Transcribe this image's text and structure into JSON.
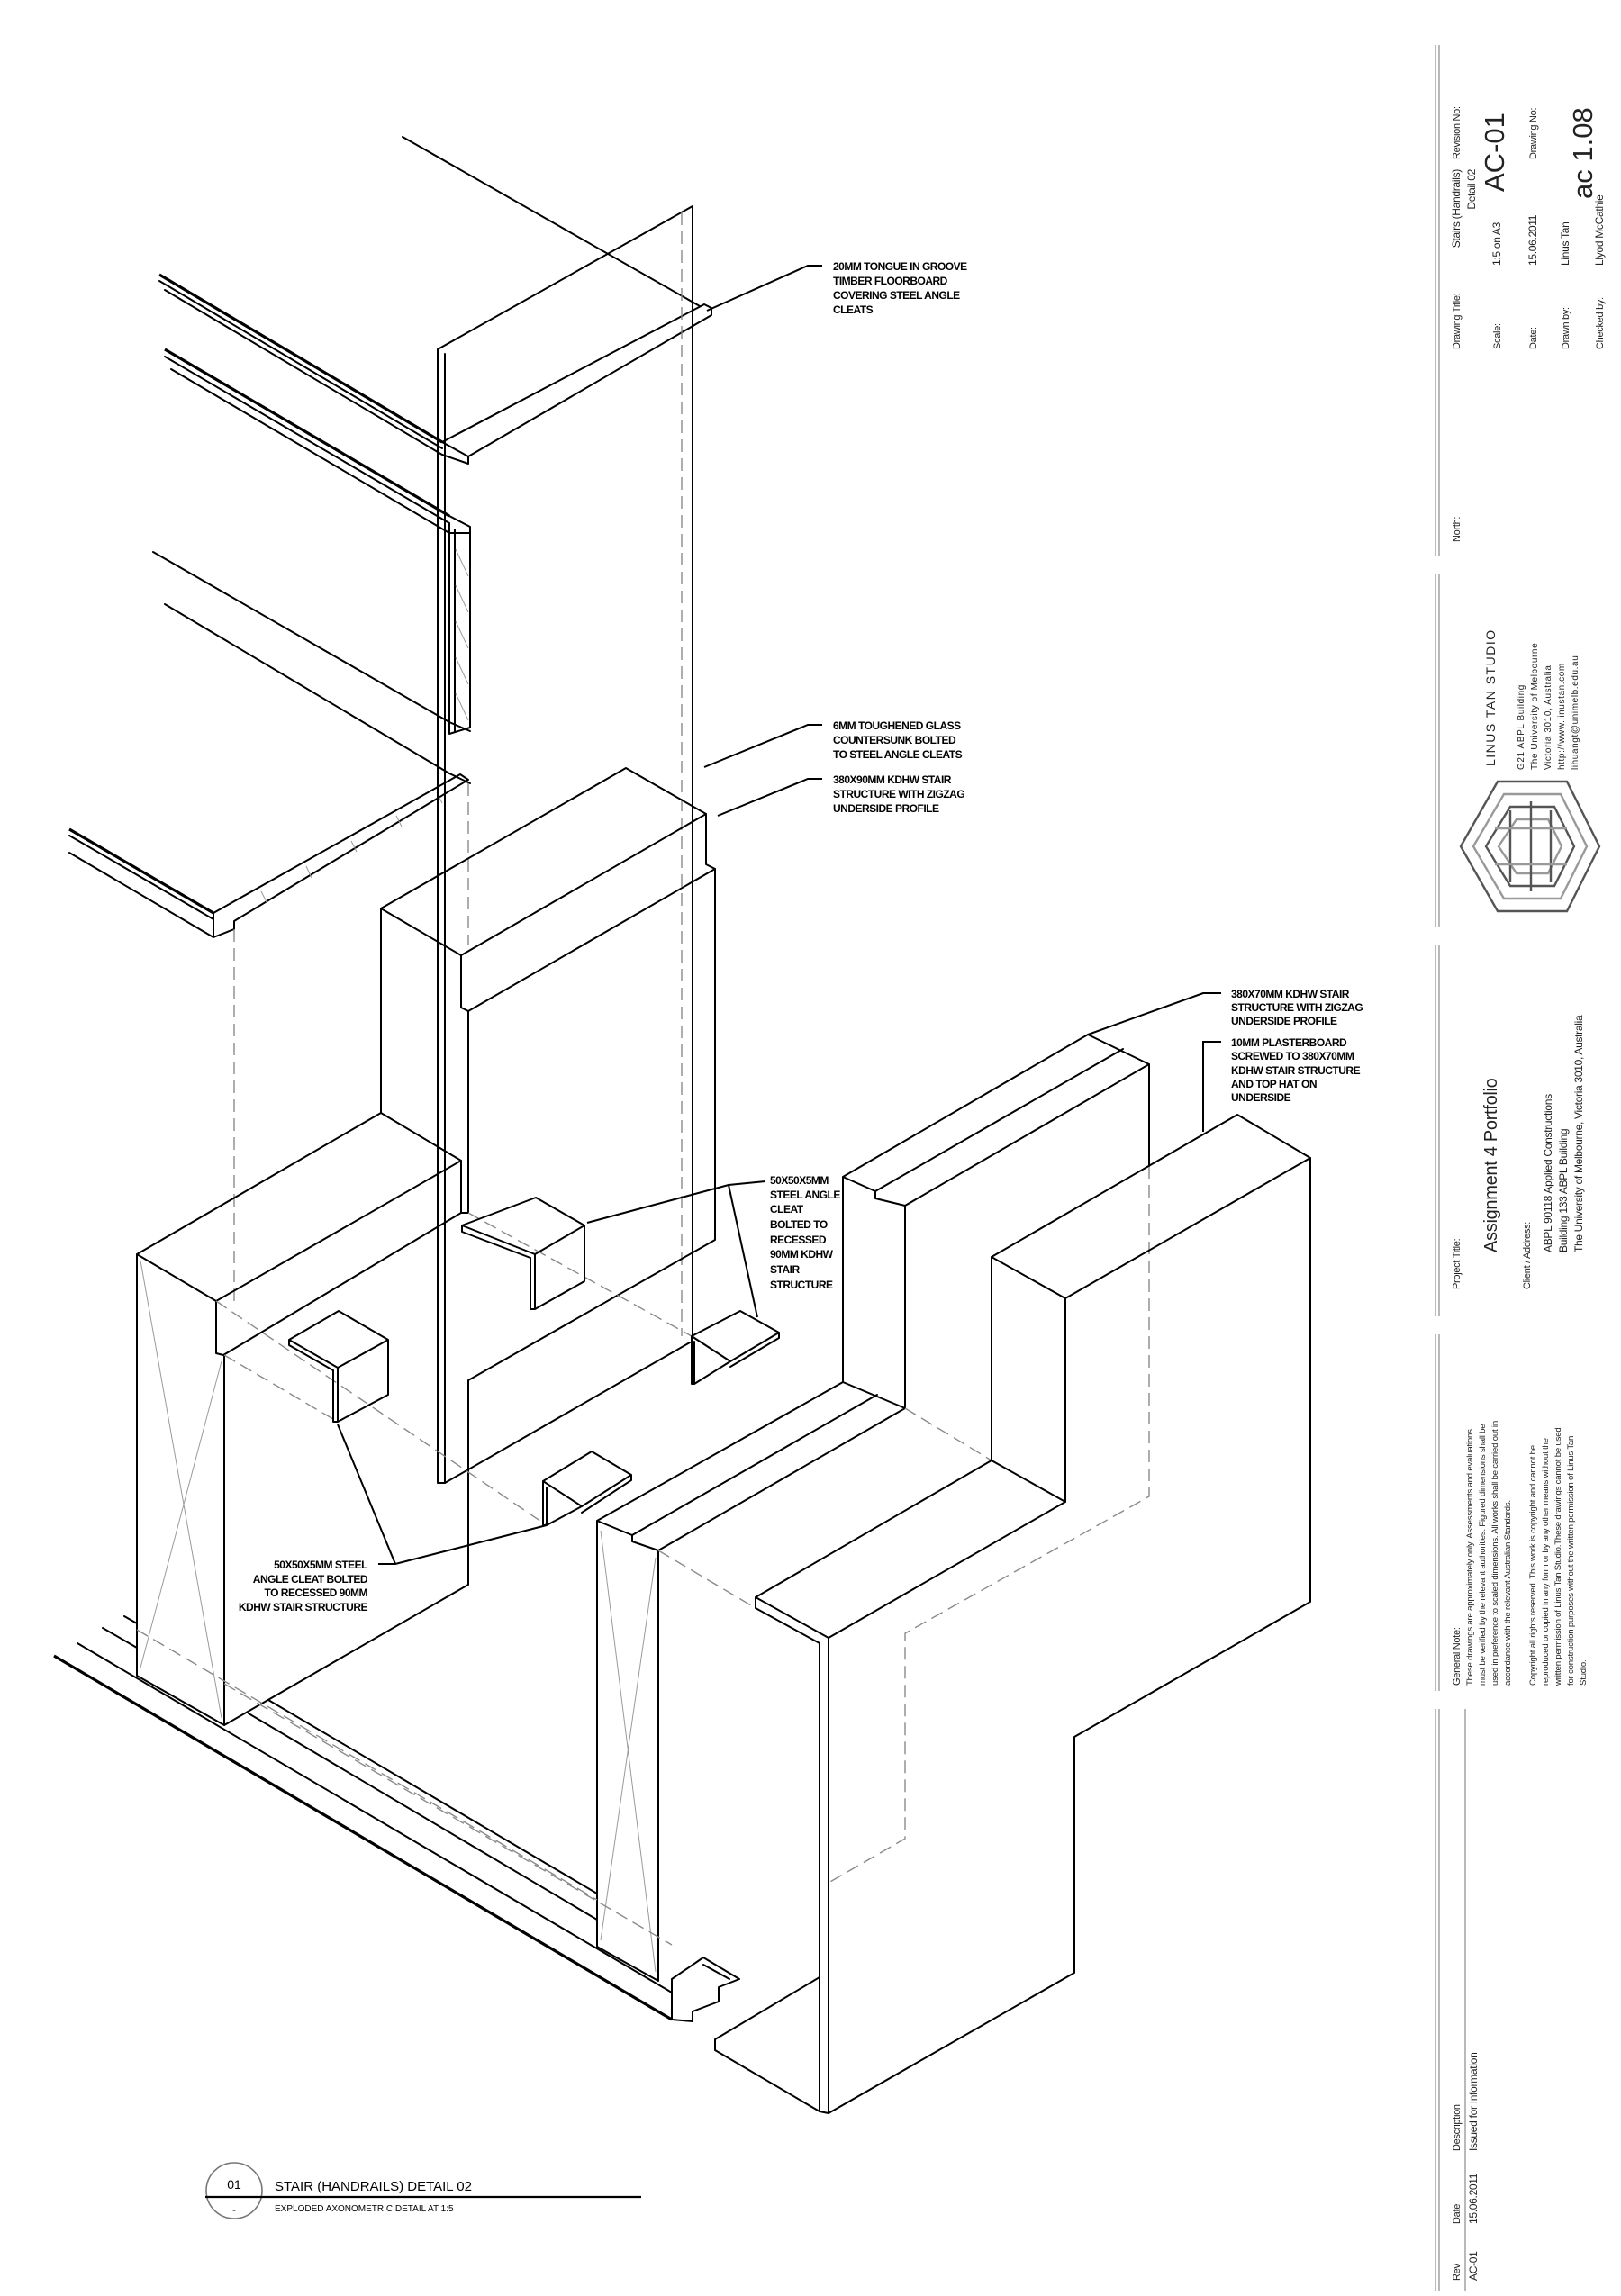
{
  "drawing": {
    "number": "01",
    "sheet_ref": "-",
    "title": "STAIR (HANDRAILS) DETAIL 02",
    "subtitle": "EXPLODED AXONOMETRIC  DETAIL AT 1:5"
  },
  "annotations": {
    "floorboard": [
      "20MM TONGUE IN GROOVE",
      "TIMBER FLOORBOARD",
      "COVERING STEEL ANGLE",
      "CLEATS"
    ],
    "glass": [
      "6MM TOUGHENED GLASS",
      "COUNTERSUNK BOLTED",
      "TO STEEL ANGLE CLEATS"
    ],
    "stair_380x90": [
      "380X90MM KDHW STAIR",
      "STRUCTURE WITH ZIGZAG",
      "UNDERSIDE PROFILE"
    ],
    "stair_380x70": [
      "380X70MM KDHW STAIR",
      "STRUCTURE WITH ZIGZAG",
      "UNDERSIDE PROFILE"
    ],
    "plasterboard": [
      "10MM PLASTERBOARD",
      "SCREWED TO 380X70MM",
      "KDHW STAIR STRUCTURE",
      "AND TOP HAT ON",
      "UNDERSIDE"
    ],
    "cleat_upper": [
      "50X50X5MM",
      "STEEL ANGLE",
      "CLEAT",
      "BOLTED TO",
      "RECESSED",
      "90MM KDHW",
      "STAIR",
      "STRUCTURE"
    ],
    "cleat_lower": [
      "50X50X5MM STEEL",
      "ANGLE CLEAT BOLTED",
      "TO RECESSED 90MM",
      "KDHW STAIR STRUCTURE"
    ]
  },
  "title_block": {
    "revision_no_label": "Revision No:",
    "revision_no": "AC-01",
    "drawing_title_label": "Drawing Title:",
    "drawing_title": [
      "Stairs (Handrails)",
      "Detail 02"
    ],
    "scale_label": "Scale:",
    "scale": "1:5 on A3",
    "date_label": "Date:",
    "date": "15.06.2011",
    "drawing_no_label": "Drawing No:",
    "drawing_no": "ac 1.08",
    "drawn_by_label": "Drawn by:",
    "drawn_by": "Linus Tan",
    "checked_by_label": "Checked by:",
    "checked_by": "Llyod McCathie",
    "north_label": "North:",
    "studio": {
      "name": "LINUS TAN STUDIO",
      "address": [
        "G21 ABPL Building",
        "The University of Melbourne",
        "Victoria 3010, Australia",
        "http://www.linustan.com",
        "lihuangt@unimelb.edu.au"
      ]
    },
    "project_title_label": "Project Title:",
    "project_title": "Assignment 4 Portfolio",
    "client_label": "Client / Address:",
    "client_address": [
      "ABPL 90118 Applied Constructions",
      "Building 133 ABPL Building",
      "The University of Melbourne, Victoria 3010, Australia"
    ],
    "general_note_label": "General Note:",
    "general_note": [
      "These drawings are approximately only. Assessments and evaluations",
      "must be verified by the relevant authorities. Figured dimensions shall be",
      "used in preference to scaled dimensions. All works shall be carried out in",
      "accordance with the relevant Australian Standards."
    ],
    "copyright_note": [
      "Copyright all rights reserved. This work is copyright and cannot be",
      "reproduced or copied in any form or by any other means without the",
      "written permission of Linus Tan Studio.These drawings cannot be used",
      "for construction purposes without the written permission of Linus Tan",
      "Studio."
    ],
    "revisions": {
      "headers": {
        "rev": "Rev",
        "date": "Date",
        "description": "Description"
      },
      "rows": [
        {
          "rev": "AC-01",
          "date": "15.06.2011",
          "description": "Issued for Information"
        }
      ]
    }
  }
}
